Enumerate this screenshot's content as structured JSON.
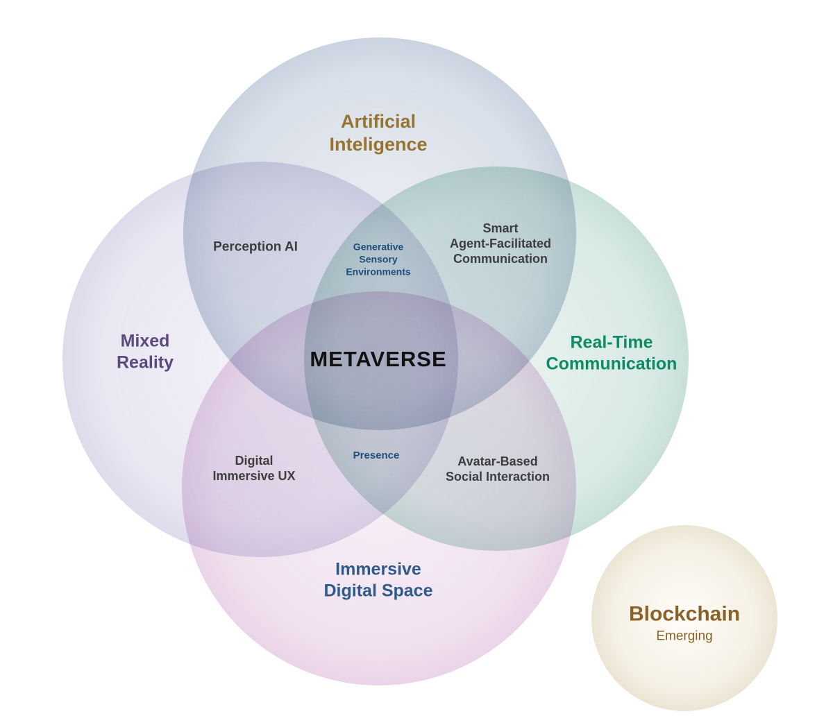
{
  "diagram": {
    "center_label": "METAVERSE",
    "circles": {
      "ai": {
        "label": "Artificial\nInteligence",
        "label_color": "#96742f",
        "fill_color": "#41618f"
      },
      "mixed_reality": {
        "label": "Mixed\nReality",
        "label_color": "#5c4a7d",
        "fill_color": "#8c84bd"
      },
      "real_time_communication": {
        "label": "Real-Time\nCommunication",
        "label_color": "#0f8a66",
        "fill_color": "#3c9178"
      },
      "immersive_digital_space": {
        "label": "Immersive\nDigital Space",
        "label_color": "#2d5a88",
        "fill_color": "#b66ab2"
      },
      "blockchain": {
        "label": "Blockchain",
        "status": "Emerging",
        "label_color": "#8a6228",
        "fill_color": "#cdc2a4"
      }
    },
    "intersections": {
      "perception_ai": "Perception AI",
      "generative_sensory_environments": "Generative\nSensory\nEnvironments",
      "smart_agent_facilitated_communication": "Smart\nAgent-Facilitated\nCommunication",
      "digital_immersive_ux": "Digital\nImmersive UX",
      "presence": "Presence",
      "avatar_based_social_interaction": "Avatar-Based\nSocial Interaction"
    }
  }
}
